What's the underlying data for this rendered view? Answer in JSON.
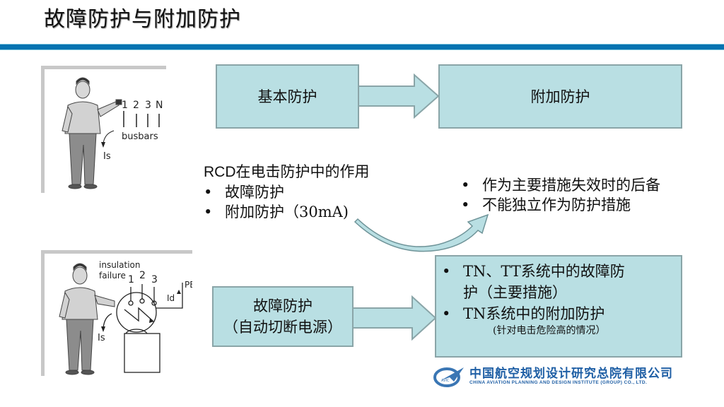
{
  "slide": {
    "title": "故障防护与附加防护",
    "accent_color": "#0673b1",
    "box_fill": "#b9dfe3",
    "box_border": "#8aa5a8"
  },
  "top_row": {
    "left_box": "基本防护",
    "right_box": "附加防护"
  },
  "rcd_block": {
    "heading": "RCD在电击防护中的作用",
    "items": [
      "故障防护",
      "附加防护（30mA)"
    ]
  },
  "right_list": {
    "items": [
      "作为主要措施失效时的后备",
      "不能独立作为防护措施"
    ]
  },
  "bottom_row": {
    "left_box_line1": "故障防护",
    "left_box_line2": "（自动切断电源）",
    "right_box": {
      "item1_line1": "TN、TT系统中的故障防",
      "item1_line2": "护（主要措施）",
      "item2": "TN系统中的附加防护",
      "note": "(针对电击危险高的情况）"
    }
  },
  "illustration_top": {
    "labels": [
      "1",
      "2",
      "3",
      "N"
    ],
    "busbars_label": "busbars",
    "current_label": "Is"
  },
  "illustration_bottom": {
    "failure_label_1": "insulation",
    "failure_label_2": "failure",
    "labels": [
      "1",
      "2",
      "3"
    ],
    "pe_label": "PE",
    "id_label": "Id",
    "current_label": "Is"
  },
  "logo": {
    "name_cn": "中国航空规划设计研究总院有限公司",
    "name_en": "CHINA AVIATION PLANNING AND DESIGN INSTITUTE (GROUP) CO., LTD.",
    "emblem_text": "AVIC"
  },
  "bullet": "•"
}
